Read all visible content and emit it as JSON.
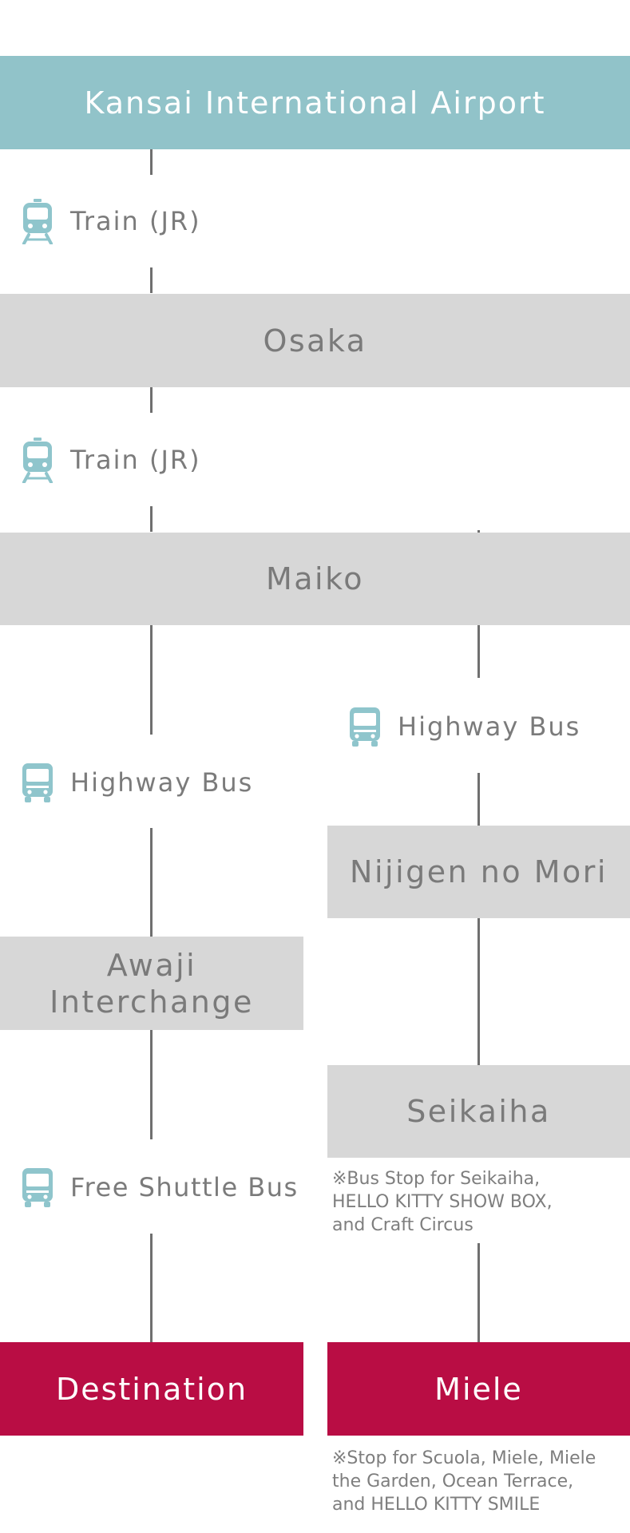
{
  "nodes": {
    "kansai": "Kansai International Airport",
    "osaka": "Osaka",
    "maiko": "Maiko",
    "awaji_line1": "Awaji",
    "awaji_line2": "Interchange",
    "nijigen": "Nijigen no Mori",
    "seikaiha": "Seikaiha",
    "destination": "Destination",
    "miele": "Miele"
  },
  "legs": {
    "train_1": "Train (JR)",
    "train_2": "Train (JR)",
    "highway_bus_left": "Highway Bus",
    "highway_bus_right": "Highway Bus",
    "free_shuttle": "Free Shuttle Bus"
  },
  "notes": {
    "seikaiha": [
      "※Bus Stop for Seikaiha,",
      "HELLO KITTY SHOW BOX,",
      "and Craft Circus"
    ],
    "miele": [
      "※Stop for Scuola, Miele, Miele",
      "the Garden, Ocean Terrace,",
      "and HELLO KITTY SMILE"
    ]
  },
  "icons": {
    "train": "train-icon",
    "bus": "bus-icon"
  },
  "colors": {
    "teal": "#91c3c9",
    "gray_box": "#d7d7d7",
    "crimson": "#b90d44",
    "icon_teal": "#8fc5cc",
    "line": "#6f6f6f",
    "text": "#7b7b7b"
  }
}
